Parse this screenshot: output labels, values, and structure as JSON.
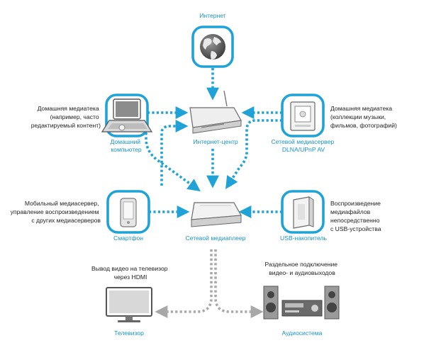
{
  "colors": {
    "accent": "#1fa3d6",
    "label": "#1793c8",
    "note": "#222222",
    "gray_link": "#a8a8a8"
  },
  "nodes": {
    "internet": {
      "label": "Интернет",
      "icon": "globe-icon"
    },
    "home_pc": {
      "label_lines": [
        "Домашний",
        "компьютер"
      ],
      "icon": "laptop-icon"
    },
    "router": {
      "label": "Интернет-центр",
      "icon": "router-icon"
    },
    "media_server": {
      "label_lines": [
        "Сетевой медиасервер",
        "DLNA/UPnP AV"
      ],
      "icon": "nas-icon"
    },
    "smartphone": {
      "label": "Смартфон",
      "icon": "smartphone-icon"
    },
    "media_player": {
      "label": "Сетевой медиаплеер",
      "icon": "media-player-icon"
    },
    "usb": {
      "label": "USB-накопитель",
      "icon": "usb-drive-icon"
    },
    "tv": {
      "label": "Телевизор",
      "icon": "tv-icon"
    },
    "audio": {
      "label": "Аудиосистема",
      "icon": "audio-system-icon"
    }
  },
  "notes": {
    "home_library_left": [
      "Домашняя медиатека",
      "(например, часто",
      "редактируемый контент)"
    ],
    "home_library_right": [
      "Домашняя медиатека",
      "(коллекции музыки,",
      "фильмов, фотографий)"
    ],
    "mobile_server": [
      "Мобильный медиасервер,",
      "управление воспроизведением",
      "с других медиасерверов"
    ],
    "usb_playback": [
      "Воспроизведение",
      "медиафайлов",
      "непосредственно",
      "с USB-устройства"
    ],
    "hdmi": [
      "Вывод видео на телевизор",
      "через HDMI"
    ],
    "separate_outputs": [
      "Раздельное подключение",
      "видео- и аудиовыходов"
    ]
  }
}
